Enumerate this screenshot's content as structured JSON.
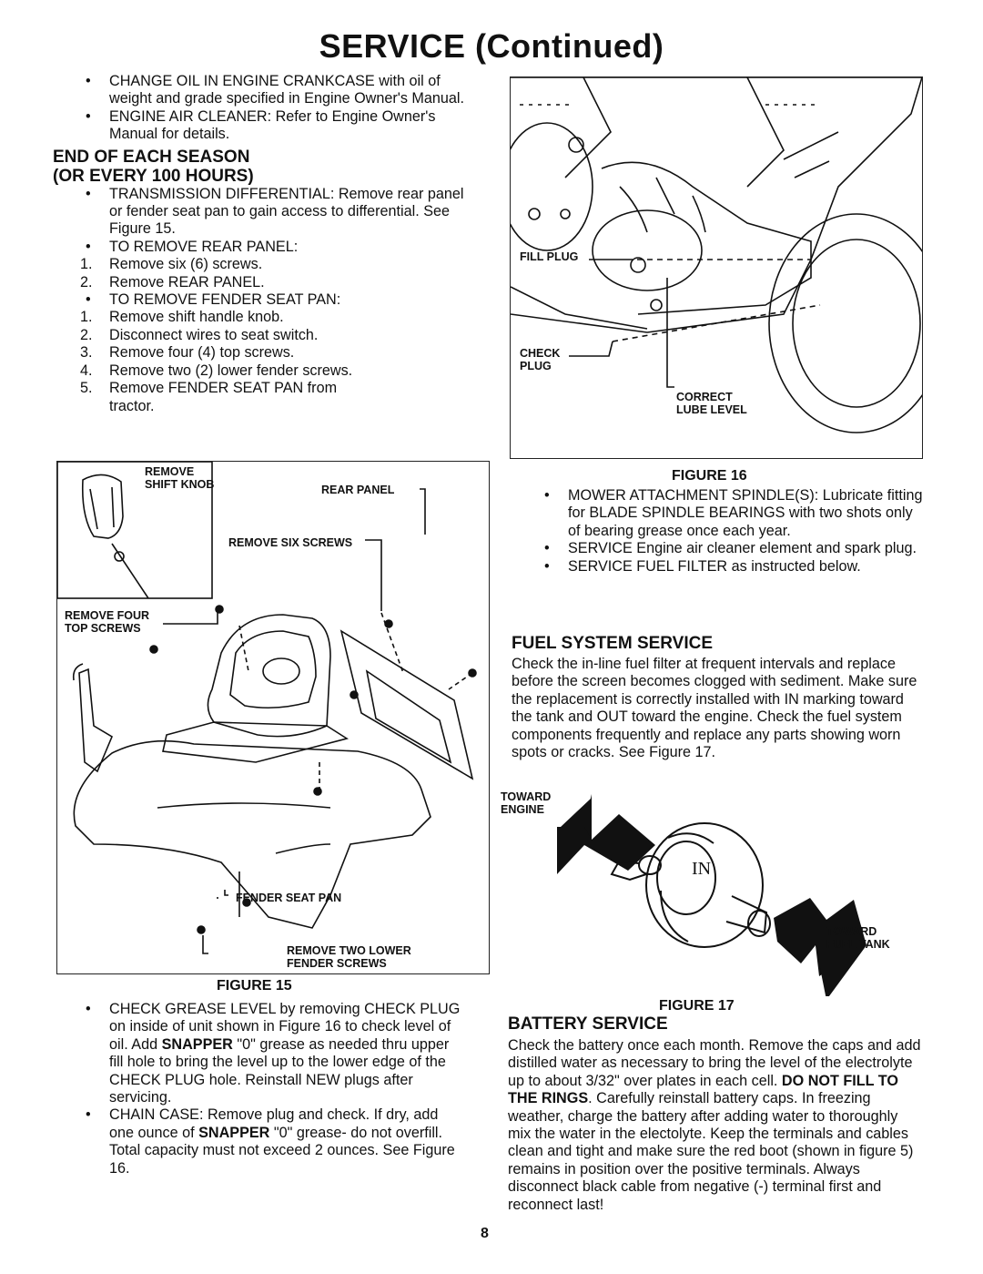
{
  "page_title": "SERVICE (Continued)",
  "page_number": "8",
  "left_top": {
    "bullets": [
      "CHANGE OIL IN ENGINE CRANKCASE with oil of weight and grade specified in Engine Owner's Manual.",
      "ENGINE AIR CLEANER: Refer to Engine Owner's Manual for details."
    ],
    "season_heading_1": "END OF EACH SEASON",
    "season_heading_2": "(OR EVERY 100 HOURS)",
    "transmission": "TRANSMISSION DIFFERENTIAL: Remove rear panel or fender seat pan to gain access to differential. See Figure 15.",
    "rear_panel_heading": "TO REMOVE REAR PANEL:",
    "rear_panel_steps": [
      "Remove six (6) screws.",
      "Remove REAR PANEL."
    ],
    "fender_heading": "TO REMOVE FENDER SEAT PAN:",
    "fender_steps": [
      "Remove shift handle knob.",
      "Disconnect wires to seat switch.",
      "Remove four (4) top screws.",
      "Remove two (2) lower fender screws.",
      "Remove FENDER SEAT PAN from tractor."
    ]
  },
  "figure15": {
    "label": "FIGURE 15",
    "callouts": {
      "remove_shift_knob": "REMOVE SHIFT KNOB",
      "rear_panel": "REAR PANEL",
      "remove_six_screws": "REMOVE SIX SCREWS",
      "remove_four_top_screws": "REMOVE FOUR TOP SCREWS",
      "fender_seat_pan": "FENDER SEAT PAN",
      "remove_two_lower": "REMOVE TWO LOWER FENDER SCREWS"
    }
  },
  "left_bottom": {
    "grease_1": "CHECK GREASE LEVEL by removing CHECK PLUG on inside of unit shown in Figure 16 to check level of oil. Add ",
    "grease_brand": "SNAPPER",
    "grease_2": " \"0\" grease as needed thru upper fill hole to bring the level up to the lower edge of the CHECK PLUG hole. Reinstall NEW plugs after servicing.",
    "chain_1": "CHAIN CASE: Remove plug and check. If dry, add one ounce of ",
    "chain_brand": "SNAPPER",
    "chain_2": " \"0\" grease- do not overfill. Total capacity must not exceed 2 ounces. See Figure 16."
  },
  "figure16": {
    "label": "FIGURE 16",
    "callouts": {
      "fill_plug": "FILL PLUG",
      "check_plug": "CHECK PLUG",
      "correct_lube_level": "CORRECT LUBE LEVEL"
    }
  },
  "right_mid": {
    "bullets": [
      "MOWER ATTACHMENT SPINDLE(S): Lubricate fitting for BLADE SPINDLE BEARINGS with two shots only of bearing grease once each year.",
      "SERVICE Engine air cleaner element and spark plug.",
      "SERVICE FUEL FILTER as instructed below."
    ],
    "fuel_heading": "FUEL SYSTEM SERVICE",
    "fuel_text": "Check the in-line fuel filter at frequent intervals and replace before the screen becomes clogged with sediment. Make sure the replacement is correctly installed with IN marking toward the tank and OUT toward the engine. Check the fuel system components frequently and replace any parts showing worn spots or cracks. See Figure 17."
  },
  "figure17": {
    "label": "FIGURE 17",
    "toward_engine": "TOWARD ENGINE",
    "toward_fuel_tank": "TOWARD FUEL TANK",
    "filter_marking": "IN"
  },
  "battery": {
    "heading": "BATTERY SERVICE",
    "text_1": "Check the battery once each month. Remove the caps and add distilled water as necessary to bring the level of the electrolyte up to about 3/32\" over plates in each cell. ",
    "text_bold": "DO NOT FILL TO THE RINGS",
    "text_2": ". Carefully reinstall battery caps. In freezing weather, charge the battery after adding water to thoroughly mix the water in the electolyte. Keep the terminals and cables clean and tight and make sure the red boot (shown in figure 5) remains in position over the positive terminals. Always disconnect black cable from negative (-) terminal first and reconnect last!"
  }
}
